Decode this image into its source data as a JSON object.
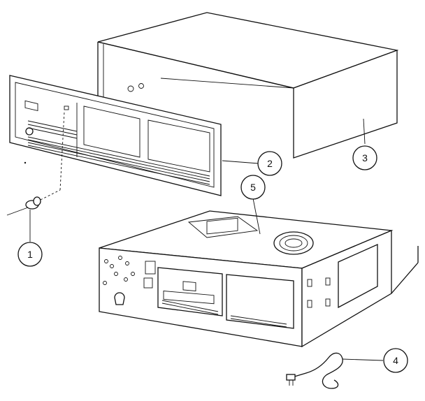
{
  "diagram": {
    "parts": [
      {
        "id": "part-1",
        "number": "1"
      },
      {
        "id": "part-2",
        "number": "2"
      },
      {
        "id": "part-3",
        "number": "3"
      },
      {
        "id": "part-4",
        "number": "4"
      },
      {
        "id": "part-5",
        "number": "5"
      }
    ]
  }
}
